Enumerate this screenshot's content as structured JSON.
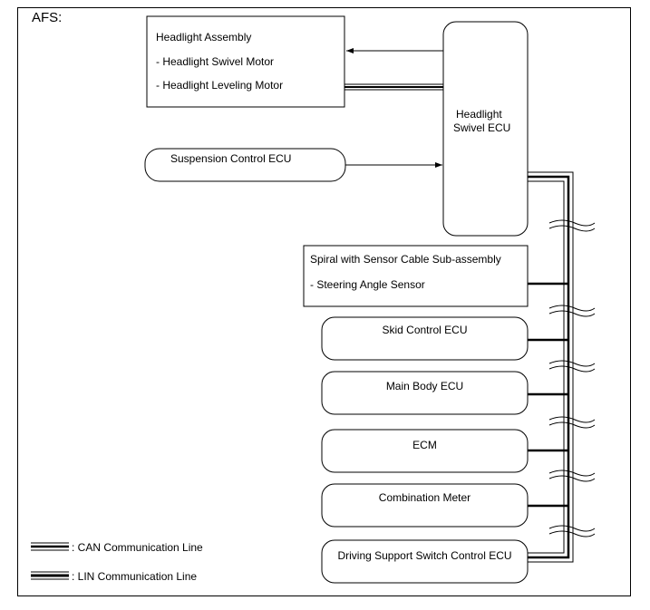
{
  "title": "AFS:",
  "headlight_assembly": {
    "title": "Headlight Assembly",
    "items": [
      "- Headlight Swivel Motor",
      "- Headlight Leveling Motor"
    ]
  },
  "swivel_ecu": {
    "line1": "Headlight",
    "line2": "Swivel ECU"
  },
  "suspension_ecu": "Suspension Control ECU",
  "spiral": {
    "title": "Spiral with Sensor Cable Sub-assembly",
    "item": "- Steering Angle Sensor"
  },
  "ecus": [
    "Skid Control ECU",
    "Main Body ECU",
    "ECM",
    "Combination Meter",
    "Driving Support Switch Control ECU"
  ],
  "legend": {
    "can": ": CAN Communication Line",
    "lin": ": LIN Communication Line"
  }
}
